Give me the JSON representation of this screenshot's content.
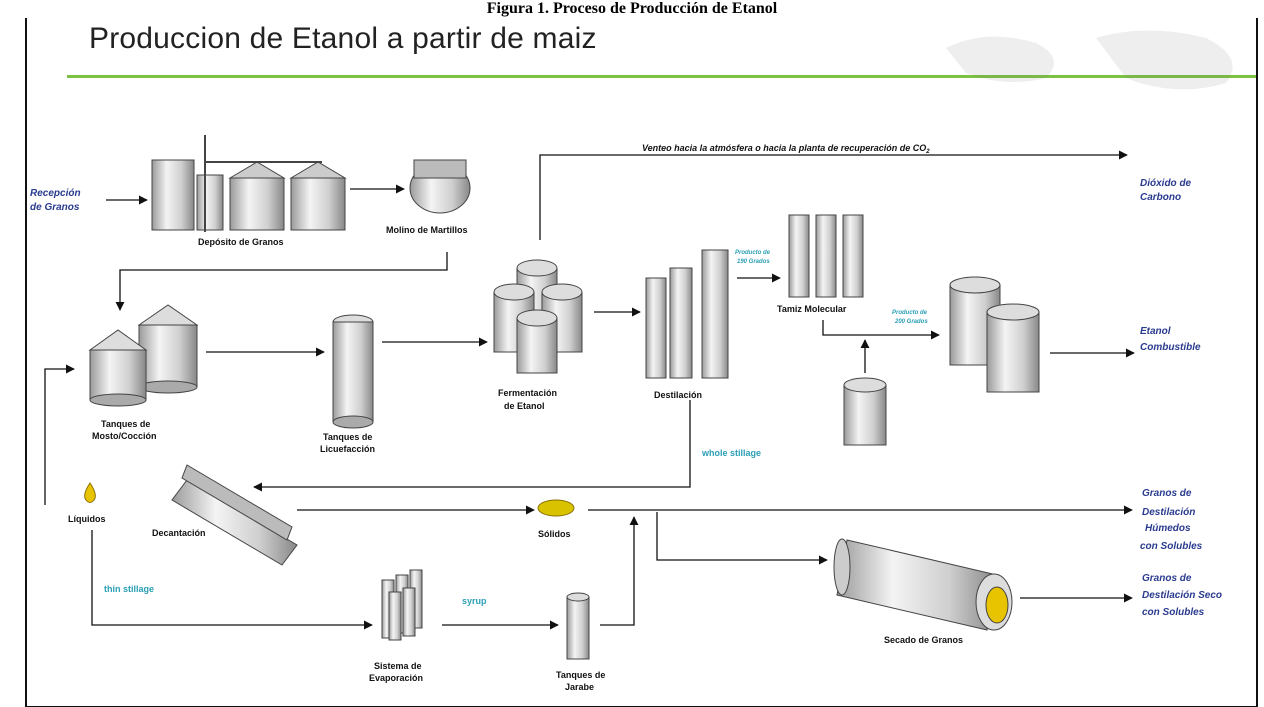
{
  "page": {
    "header_caption": "Figura 1. Proceso de Producción de Etanol",
    "title": "Produccion de Etanol a partir de maiz",
    "accent_color": "#7cc242",
    "output_color": "#2a3b8f",
    "stream_color": "#2a9fb5"
  },
  "inputs": {
    "recepcion": [
      "Recepción",
      "de Granos"
    ]
  },
  "units": {
    "deposito": "Depósito de Granos",
    "molino": "Molino de Martillos",
    "tanques_mosto": [
      "Tanques de",
      "Mosto/Cocción"
    ],
    "tanques_licuefaccion": [
      "Tanques de",
      "Licuefacción"
    ],
    "fermentacion": [
      "Fermentación",
      "de Etanol"
    ],
    "destilacion": "Destilación",
    "tamiz": "Tamiz Molecular",
    "decantacion": "Decantación",
    "liquidos": "Líquidos",
    "solidos": "Sólidos",
    "evaporacion": [
      "Sistema de",
      "Evaporación"
    ],
    "tanques_jarabe": [
      "Tanques de",
      "Jarabe"
    ],
    "secado": "Secado de Granos"
  },
  "streams": {
    "venteo": "Venteo hacia la atmósfera o hacia la planta de recuperación de CO",
    "venteo_sub": "2",
    "producto190": [
      "Producto de",
      "190 Grados"
    ],
    "producto200": [
      "Producto de",
      "200 Grados"
    ],
    "whole_stillage": "whole stillage",
    "thin_stillage": "thin stillage",
    "syrup": "syrup"
  },
  "outputs": {
    "co2": [
      "Dióxido de",
      "Carbono"
    ],
    "etanol": [
      "Etanol",
      "Combustible"
    ],
    "granos_humedos": [
      "Granos de",
      "Destilación",
      "Húmedos",
      "con Solubles"
    ],
    "granos_secos": [
      "Granos de",
      "Destilación Seco",
      "con Solubles"
    ]
  }
}
